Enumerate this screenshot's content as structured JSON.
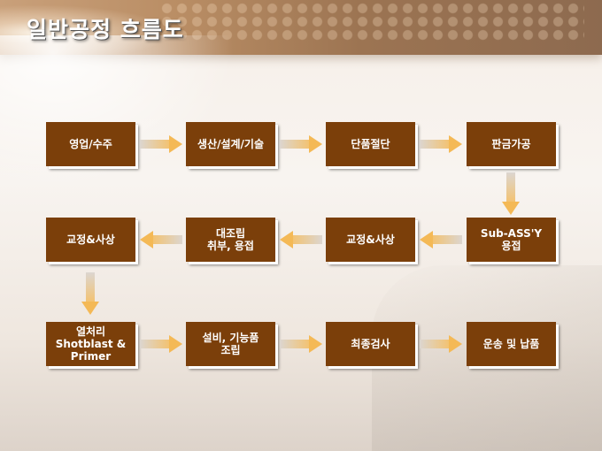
{
  "title": "일반공정 흐름도",
  "steps": [
    {
      "lines": [
        "영업/수주"
      ]
    },
    {
      "lines": [
        "생산/설계/기술"
      ]
    },
    {
      "lines": [
        "단품절단"
      ]
    },
    {
      "lines": [
        "판금가공"
      ]
    },
    {
      "lines": [
        "Sub-ASS'Y",
        "용접"
      ]
    },
    {
      "lines": [
        "교정&사상"
      ]
    },
    {
      "lines": [
        "대조립",
        "취부, 용접"
      ]
    },
    {
      "lines": [
        "교정&사상"
      ]
    },
    {
      "lines": [
        "열처리",
        "Shotblast &",
        "Primer"
      ]
    },
    {
      "lines": [
        "설비, 기능품",
        "조립"
      ]
    },
    {
      "lines": [
        "최종검사"
      ]
    },
    {
      "lines": [
        "운송 및 납품"
      ]
    }
  ],
  "colors": {
    "box": "#7b3f0a",
    "arrow": "#f4b956"
  }
}
